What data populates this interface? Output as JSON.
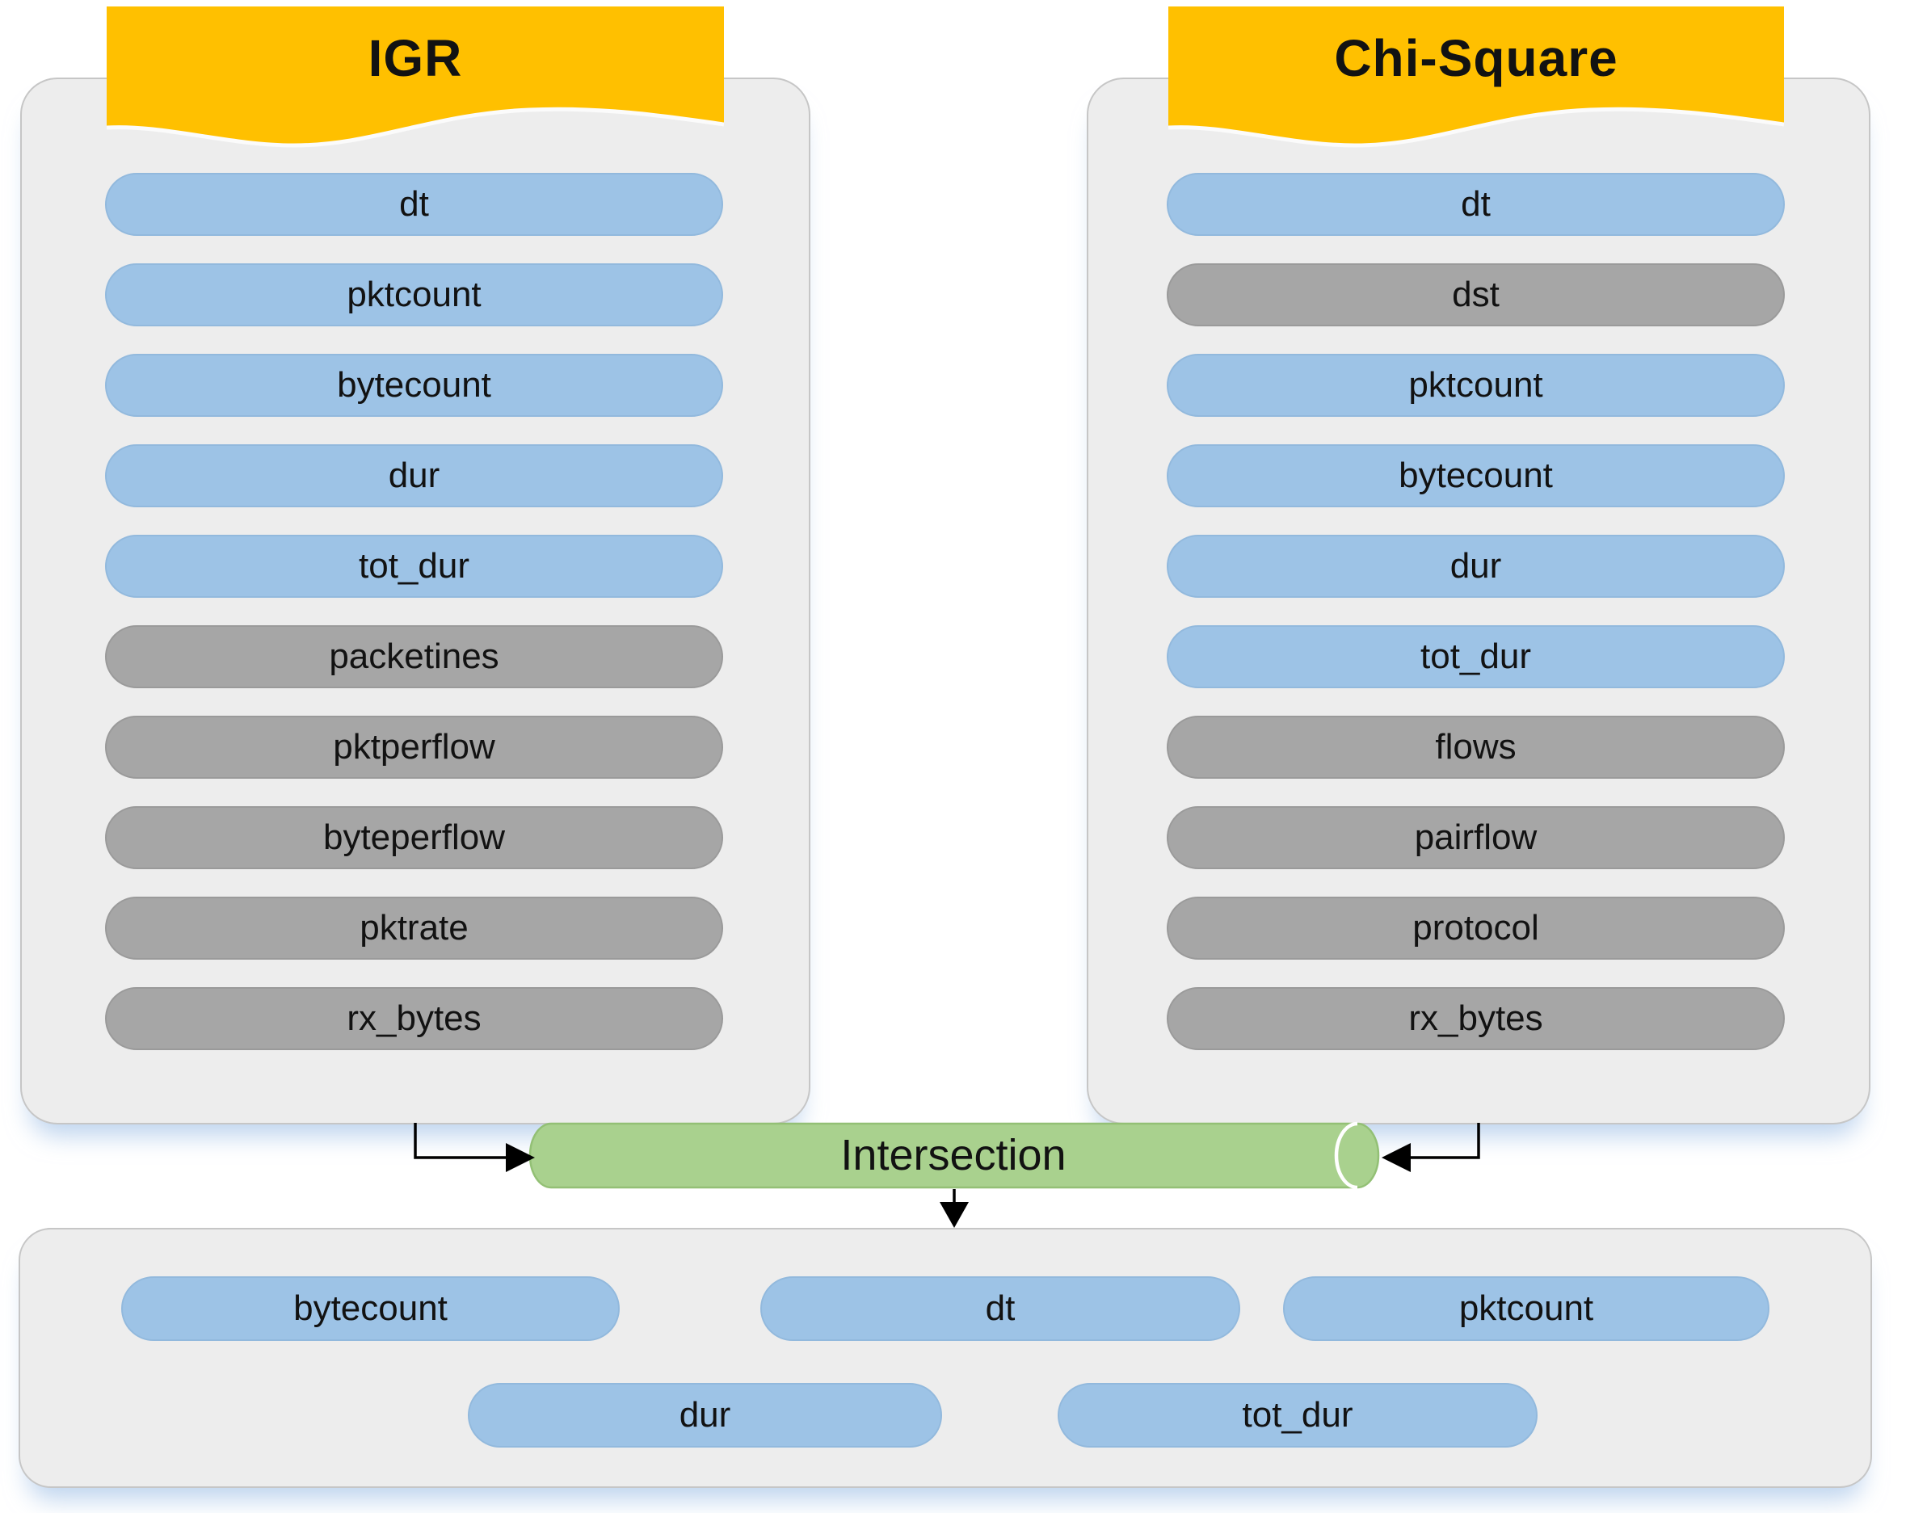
{
  "diagram": {
    "igr": {
      "title": "IGR",
      "items": [
        {
          "label": "dt",
          "kind": "blue"
        },
        {
          "label": "pktcount",
          "kind": "blue"
        },
        {
          "label": "bytecount",
          "kind": "blue"
        },
        {
          "label": "dur",
          "kind": "blue"
        },
        {
          "label": "tot_dur",
          "kind": "blue"
        },
        {
          "label": "packetines",
          "kind": "gray"
        },
        {
          "label": "pktperflow",
          "kind": "gray"
        },
        {
          "label": "byteperflow",
          "kind": "gray"
        },
        {
          "label": "pktrate",
          "kind": "gray"
        },
        {
          "label": "rx_bytes",
          "kind": "gray"
        }
      ]
    },
    "chi_square": {
      "title": "Chi-Square",
      "items": [
        {
          "label": "dt",
          "kind": "blue"
        },
        {
          "label": "dst",
          "kind": "gray"
        },
        {
          "label": "pktcount",
          "kind": "blue"
        },
        {
          "label": "bytecount",
          "kind": "blue"
        },
        {
          "label": "dur",
          "kind": "blue"
        },
        {
          "label": "tot_dur",
          "kind": "blue"
        },
        {
          "label": "flows",
          "kind": "gray"
        },
        {
          "label": "pairflow",
          "kind": "gray"
        },
        {
          "label": "protocol",
          "kind": "gray"
        },
        {
          "label": "rx_bytes",
          "kind": "gray"
        }
      ]
    },
    "intersection": {
      "label": "Intersection"
    },
    "result": {
      "row1": [
        "bytecount",
        "dt",
        "pktcount"
      ],
      "row2": [
        "dur",
        "tot_dur"
      ]
    },
    "colors": {
      "header": "#FFC000",
      "selected_pill": "#9DC3E6",
      "unselected_pill": "#A6A6A6",
      "intersection_fill": "#A9D18E",
      "panel_background": "#EDEDED"
    }
  }
}
